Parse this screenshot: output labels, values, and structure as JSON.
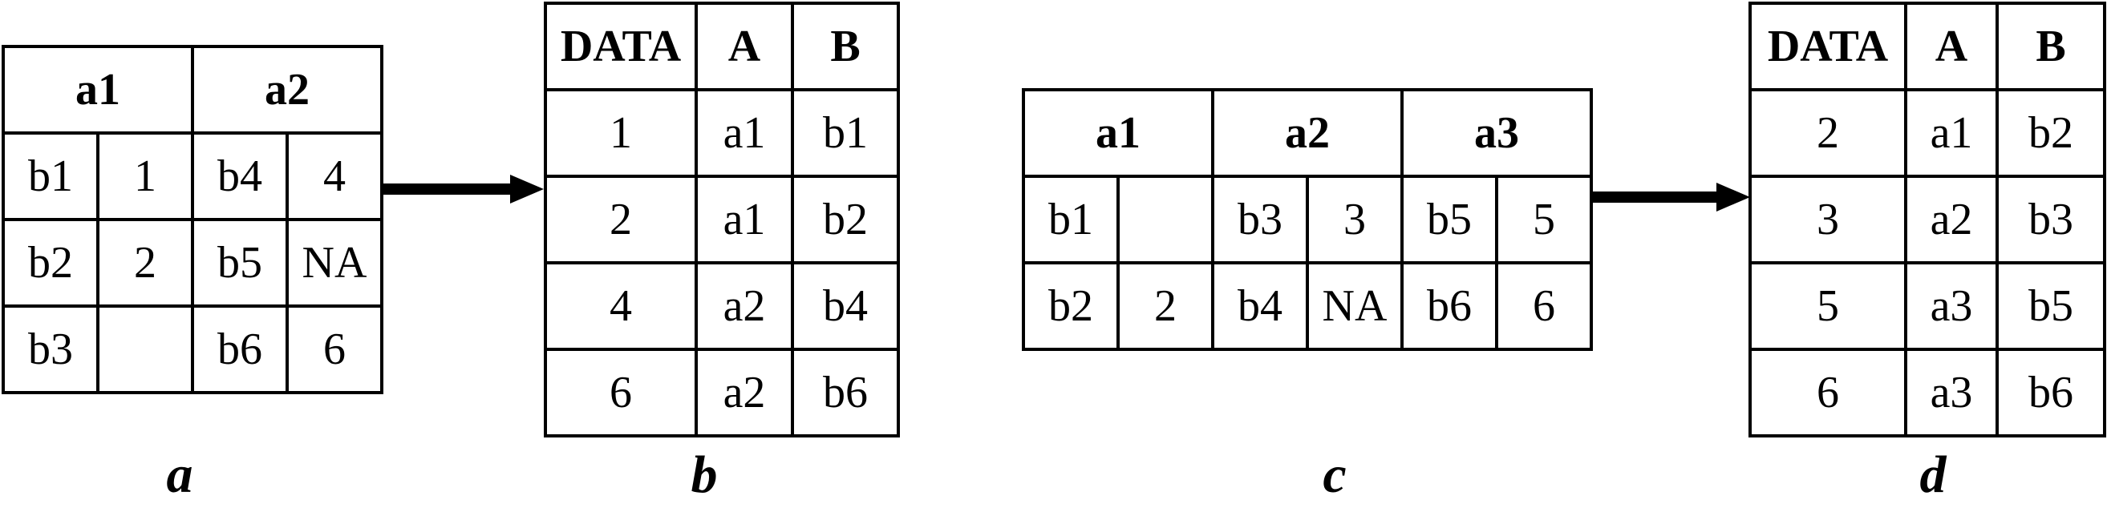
{
  "table_a": {
    "headers": [
      "a1",
      "a2"
    ],
    "rows": [
      [
        "b1",
        "1",
        "b4",
        "4"
      ],
      [
        "b2",
        "2",
        "b5",
        "NA"
      ],
      [
        "b3",
        "",
        "b6",
        "6"
      ]
    ],
    "label": "a"
  },
  "table_b": {
    "headers": [
      "DATA",
      "A",
      "B"
    ],
    "rows": [
      [
        "1",
        "a1",
        "b1"
      ],
      [
        "2",
        "a1",
        "b2"
      ],
      [
        "4",
        "a2",
        "b4"
      ],
      [
        "6",
        "a2",
        "b6"
      ]
    ],
    "label": "b"
  },
  "table_c": {
    "headers": [
      "a1",
      "a2",
      "a3"
    ],
    "rows": [
      [
        "b1",
        "",
        "b3",
        "3",
        "b5",
        "5"
      ],
      [
        "b2",
        "2",
        "b4",
        "NA",
        "b6",
        "6"
      ]
    ],
    "label": "c"
  },
  "table_d": {
    "headers": [
      "DATA",
      "A",
      "B"
    ],
    "rows": [
      [
        "2",
        "a1",
        "b2"
      ],
      [
        "3",
        "a2",
        "b3"
      ],
      [
        "5",
        "a3",
        "b5"
      ],
      [
        "6",
        "a3",
        "b6"
      ]
    ],
    "label": "d"
  }
}
